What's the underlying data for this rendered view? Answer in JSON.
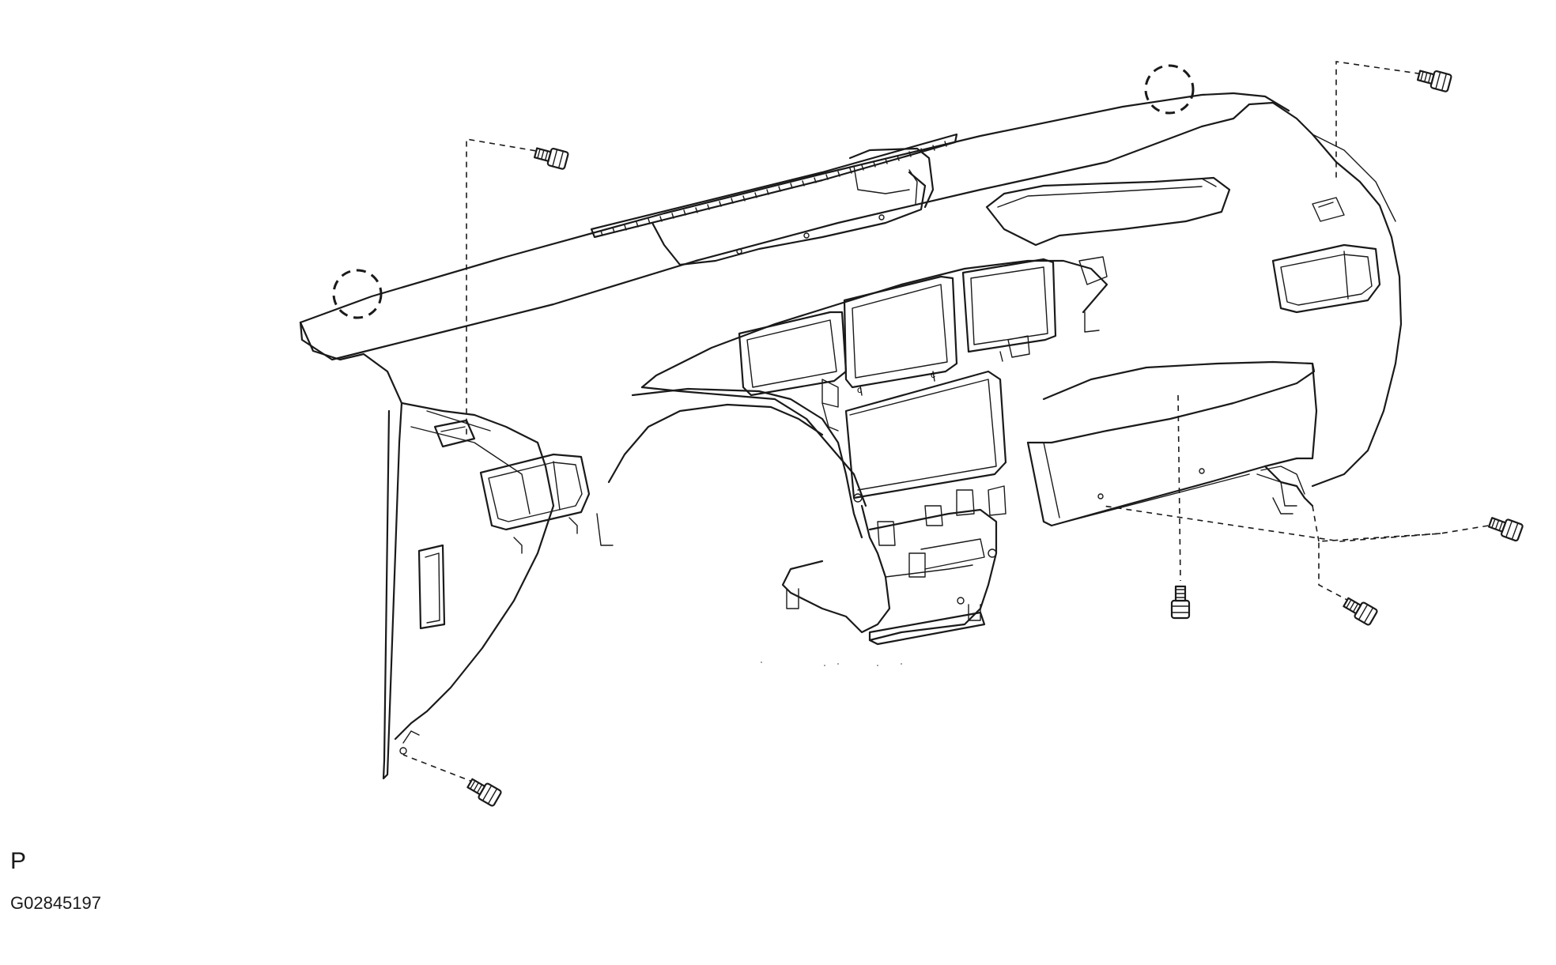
{
  "labels": {
    "view_letter": "P",
    "figure_id": "G02845197"
  },
  "colors": {
    "line": "#1a1a1a",
    "background": "#ffffff"
  },
  "icons": [
    "bolt-icon",
    "clip-location-circle"
  ]
}
